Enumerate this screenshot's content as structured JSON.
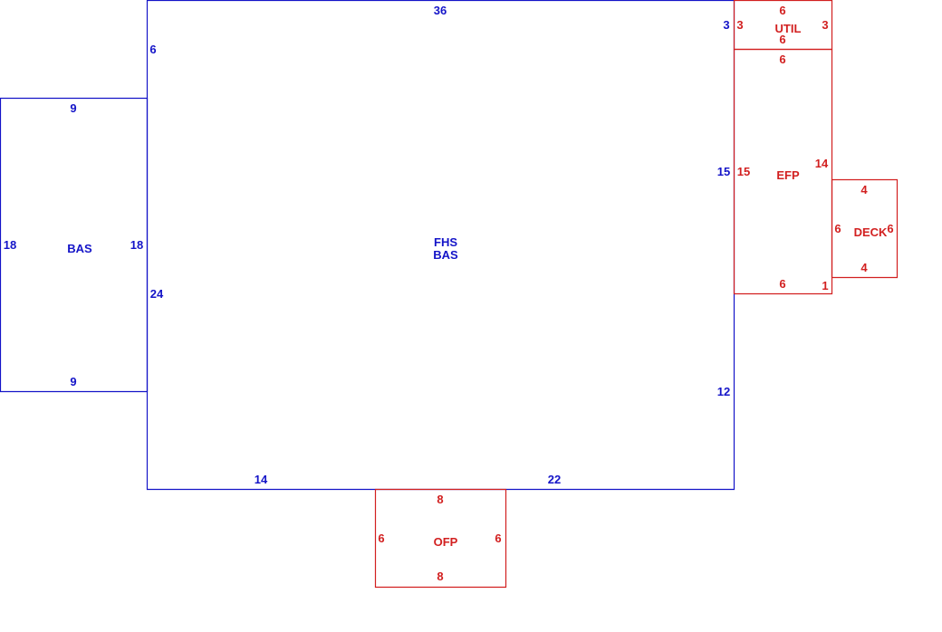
{
  "colors": {
    "primary": "#1414c8",
    "secondary": "#d22020"
  },
  "areas": {
    "main": {
      "name1": "FHS",
      "name2": "BAS"
    },
    "left": {
      "name": "BAS"
    },
    "util": {
      "name": "UTIL"
    },
    "efp": {
      "name": "EFP"
    },
    "deck": {
      "name": "DECK"
    },
    "ofp": {
      "name": "OFP"
    }
  },
  "dims": {
    "main_top": "36",
    "main_left_upper": "6",
    "main_left_lower": "24",
    "main_right_top": "3",
    "main_right_mid": "15",
    "main_right_low": "12",
    "main_bottom_left": "14",
    "main_bottom_right": "22",
    "left_top": "9",
    "left_bottom": "9",
    "left_left": "18",
    "left_right": "18",
    "util_top": "6",
    "util_bottom": "6",
    "util_left": "3",
    "util_right": "3",
    "efp_top": "6",
    "efp_left": "15",
    "efp_right": "14",
    "efp_bottom": "6",
    "efp_bottom_right": "1",
    "deck_top": "4",
    "deck_bottom": "4",
    "deck_left": "6",
    "deck_right": "6",
    "ofp_top": "8",
    "ofp_bottom": "8",
    "ofp_left": "6",
    "ofp_right": "6"
  }
}
